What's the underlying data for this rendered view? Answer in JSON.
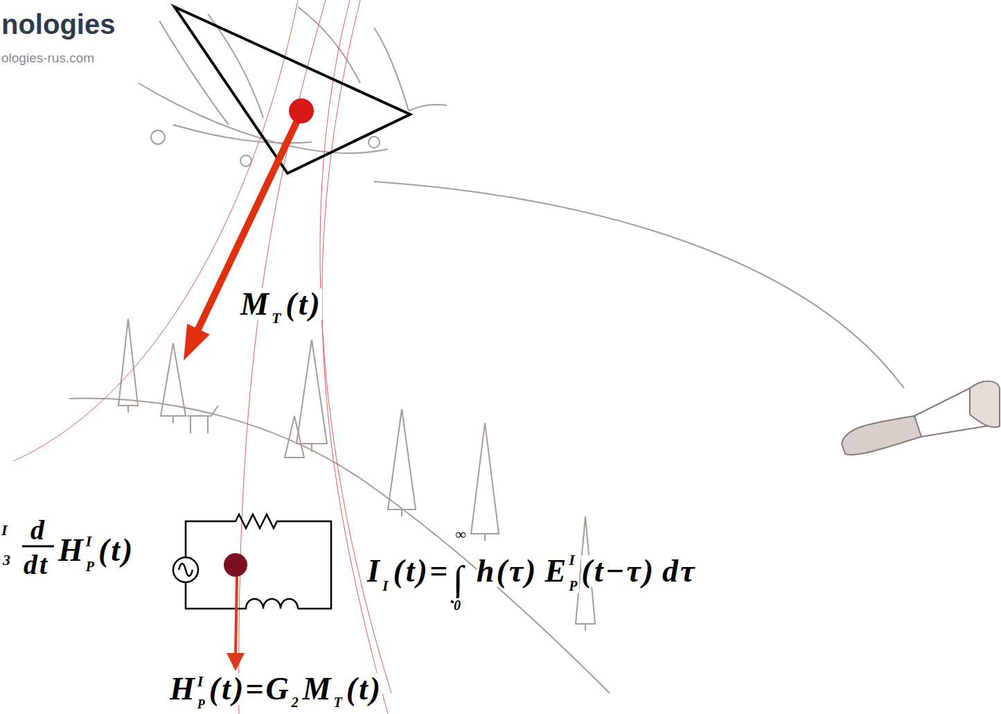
{
  "diagram": {
    "labels": [
      "nologies",
      "ologies-rus.com",
      "M",
      "T",
      "(t)",
      "I",
      "3",
      "d",
      "dt",
      "H",
      "I",
      "P",
      "(t)",
      "I",
      "I",
      "(t)=",
      "∫",
      "∞",
      "0",
      "h(τ)",
      "E",
      "I",
      "P",
      "(t−τ)",
      "dτ",
      "H",
      "I",
      "P",
      "(t)=G",
      "2",
      "M",
      "T",
      "(t)"
    ]
  }
}
